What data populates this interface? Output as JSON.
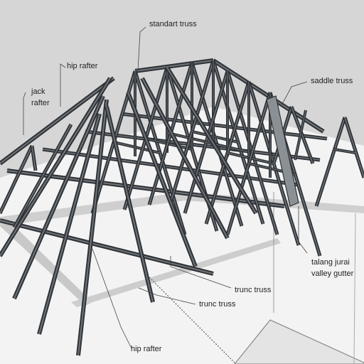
{
  "labels": {
    "standart_truss": "standart truss",
    "hip_rafter_top": "hip rafter",
    "jack_rafter_1": "jack",
    "jack_rafter_2": "rafter",
    "saddle_truss": "saddle truss",
    "talang_jurai_1": "talang jurai",
    "talang_jurai_2": "valley gutter",
    "trunc_truss_1": "trunc truss",
    "trunc_truss_2": "trunc truss",
    "hip_rafter_bottom": "hip rafter"
  },
  "colors": {
    "sky": "#d6d6d6",
    "floor": "#f2f2f2",
    "steel": "#6f7478",
    "steel_dark": "#2e3236",
    "leader": "#444444"
  }
}
